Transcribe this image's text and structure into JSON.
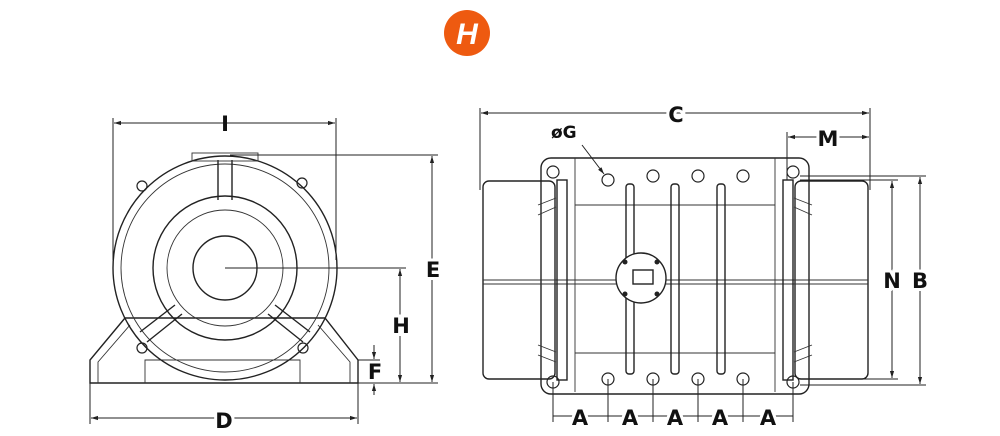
{
  "logo": {
    "letter": "H",
    "color": "#ee5a10"
  },
  "front_view": {
    "labels": {
      "width": "I",
      "height_total": "E",
      "shaft_height": "H",
      "foot_thickness": "F",
      "base_width": "D"
    }
  },
  "side_view": {
    "labels": {
      "length": "C",
      "hole_diameter": "øG",
      "end_offset": "M",
      "inner_height": "N",
      "outer_height": "B",
      "hole_pitch": [
        "A",
        "A",
        "A",
        "A",
        "A"
      ]
    }
  }
}
